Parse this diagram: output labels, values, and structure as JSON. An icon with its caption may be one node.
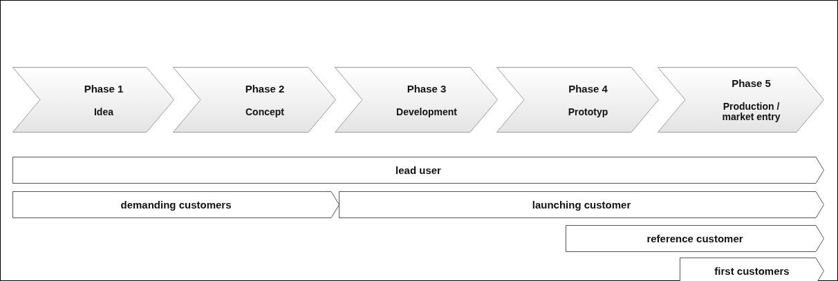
{
  "diagram": {
    "nodes": [
      {
        "text": [
          "Phase 1",
          "Idea"
        ]
      },
      {
        "text": [
          "Phase 2",
          "Concept"
        ]
      },
      {
        "text": [
          "Phase 3",
          "Development"
        ]
      },
      {
        "text": [
          "Phase 4",
          "Prototyp"
        ]
      },
      {
        "text": [
          "Phase 5",
          "Production / market entry"
        ]
      },
      {
        "text": [
          "lead user"
        ]
      },
      {
        "text": [
          "demanding customers"
        ]
      },
      {
        "text": [
          "launching customer"
        ]
      },
      {
        "text": [
          "reference customer"
        ]
      },
      {
        "text": [
          "first customers"
        ]
      }
    ]
  }
}
